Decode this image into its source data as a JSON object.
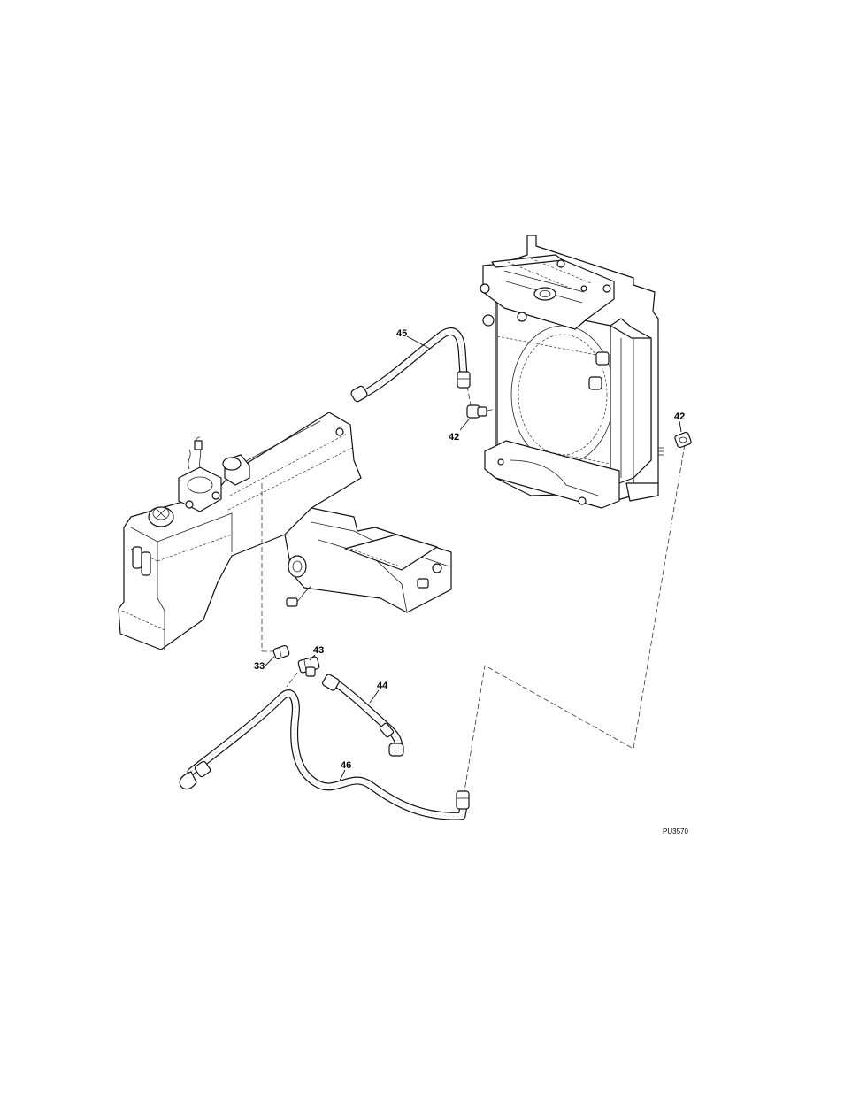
{
  "figure_id": "PU3570",
  "callouts": [
    {
      "id": "c45",
      "label": "45"
    },
    {
      "id": "c42a",
      "label": "42"
    },
    {
      "id": "c42b",
      "label": "42"
    },
    {
      "id": "c33",
      "label": "33"
    },
    {
      "id": "c43",
      "label": "43"
    },
    {
      "id": "c44",
      "label": "44"
    },
    {
      "id": "c46",
      "label": "46"
    }
  ],
  "icons": [
    "fuel-tank-icon",
    "radiator-icon",
    "hose-icon",
    "fitting-icon",
    "elbow-fitting-icon",
    "tee-fitting-icon"
  ]
}
